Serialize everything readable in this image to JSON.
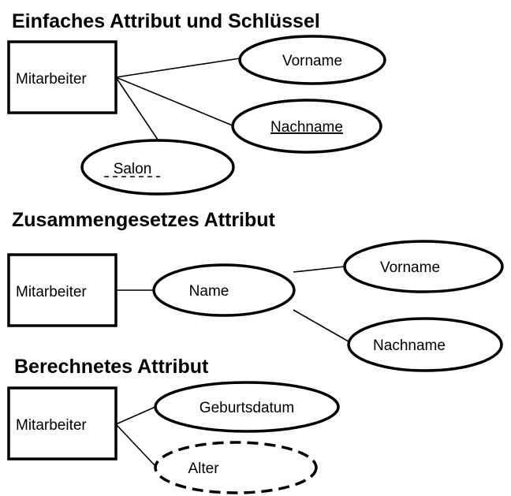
{
  "sections": [
    {
      "title": "Einfaches Attribut und Schlüssel",
      "entity": "Mitarbeiter",
      "attributes": [
        "Vorname",
        "Nachname",
        "Salon"
      ],
      "key_attribute": "Nachname",
      "partial_key_attribute": "Salon"
    },
    {
      "title": "Zusammengesetzes Attribut",
      "entity": "Mitarbeiter",
      "composite": "Name",
      "parts": [
        "Vorname",
        "Nachname"
      ]
    },
    {
      "title": "Berechnetes Attribut",
      "entity": "Mitarbeiter",
      "stored": "Geburtsdatum",
      "derived": "Alter"
    }
  ]
}
